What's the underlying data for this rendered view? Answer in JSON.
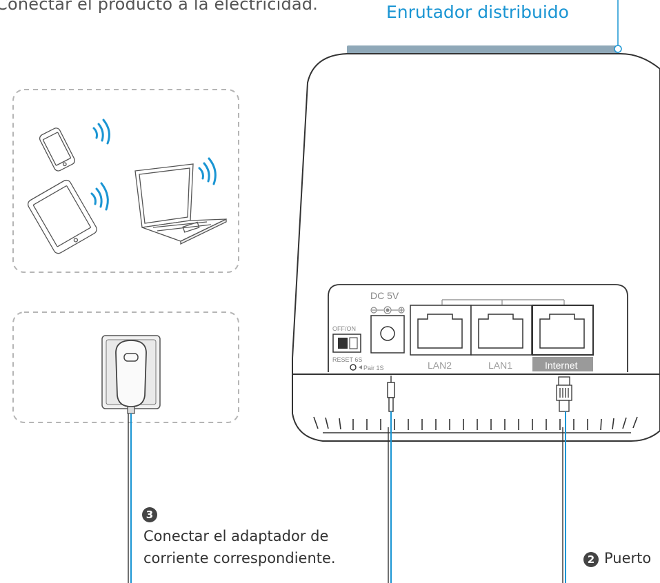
{
  "instruction": {
    "text": "Conectar el producto a la electricidad."
  },
  "router": {
    "title": "Enrutador distribuido"
  },
  "panel": {
    "dc_label": "DC 5V",
    "switch_label": "OFF/ON",
    "reset_label": "RESET 6S",
    "pair_label": "Pair 1S",
    "ports": [
      "LAN2",
      "LAN1",
      "Internet"
    ]
  },
  "steps": {
    "step3": {
      "number": "3",
      "line1": "Conectar el adaptador de",
      "line2": "corriente correspondiente."
    },
    "step2": {
      "number": "2",
      "label": "Puerto"
    }
  },
  "colors": {
    "accent": "#1a95d3",
    "wifi": "#1a95d3",
    "line": "#333333",
    "dash": "#b5b5b5"
  },
  "icons": [
    "phone-icon",
    "tablet-icon",
    "laptop-icon",
    "wifi-icon",
    "power-outlet-icon",
    "power-adapter-icon",
    "dc-plug-icon",
    "rj45-plug-icon"
  ]
}
